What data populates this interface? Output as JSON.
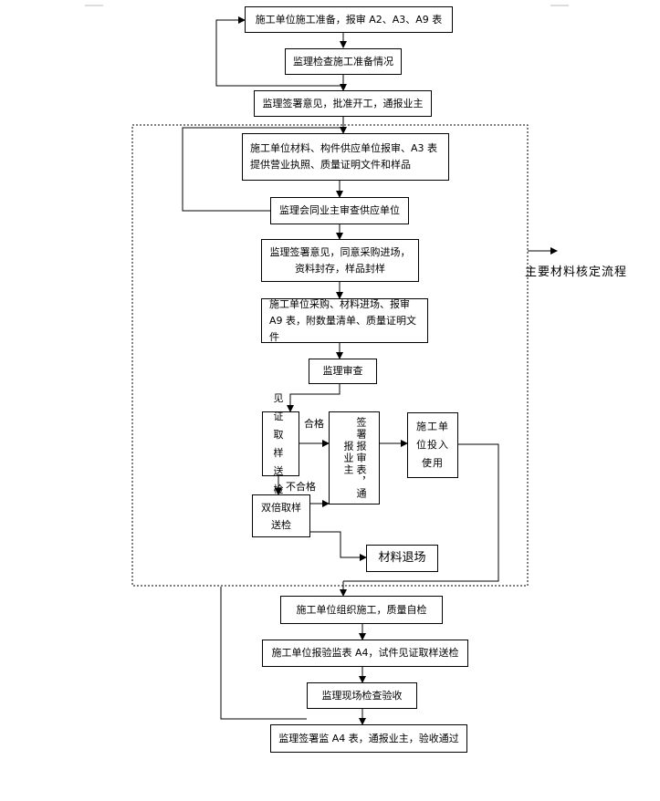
{
  "nodes": {
    "n1": "施工单位施工准备，报审 A2、A3、A9 表",
    "n2": "监理检查施工准备情况",
    "n3": "监理签署意见，批准开工，通报业主",
    "n4": "施工单位材料、构件供应单位报审、A3 表提供营业执照、质量证明文件和样品",
    "n5": "监理会同业主审查供应单位",
    "n6": "监理签署意见，同意采购进场，资料封存，样品封样",
    "n7": "施工单位采购、材料进场、报审 A9 表，附数量清单、质量证明文件",
    "n8": "监理审查",
    "n9": "见证取样送检",
    "n10": "签署报审表，通报业主",
    "n11": "施工单位投入使用",
    "n12": "双倍取样送检",
    "n13": "材料退场",
    "n14": "施工单位组织施工，质量自检",
    "n15": "施工单位报验监表 A4，试件见证取样送检",
    "n16": "监理现场检查验收",
    "n17": "监理签署监 A4 表，通报业主，验收通过"
  },
  "labels": {
    "pass": "合格",
    "fail": "不合格"
  },
  "side_label": "主要材料核定流程"
}
